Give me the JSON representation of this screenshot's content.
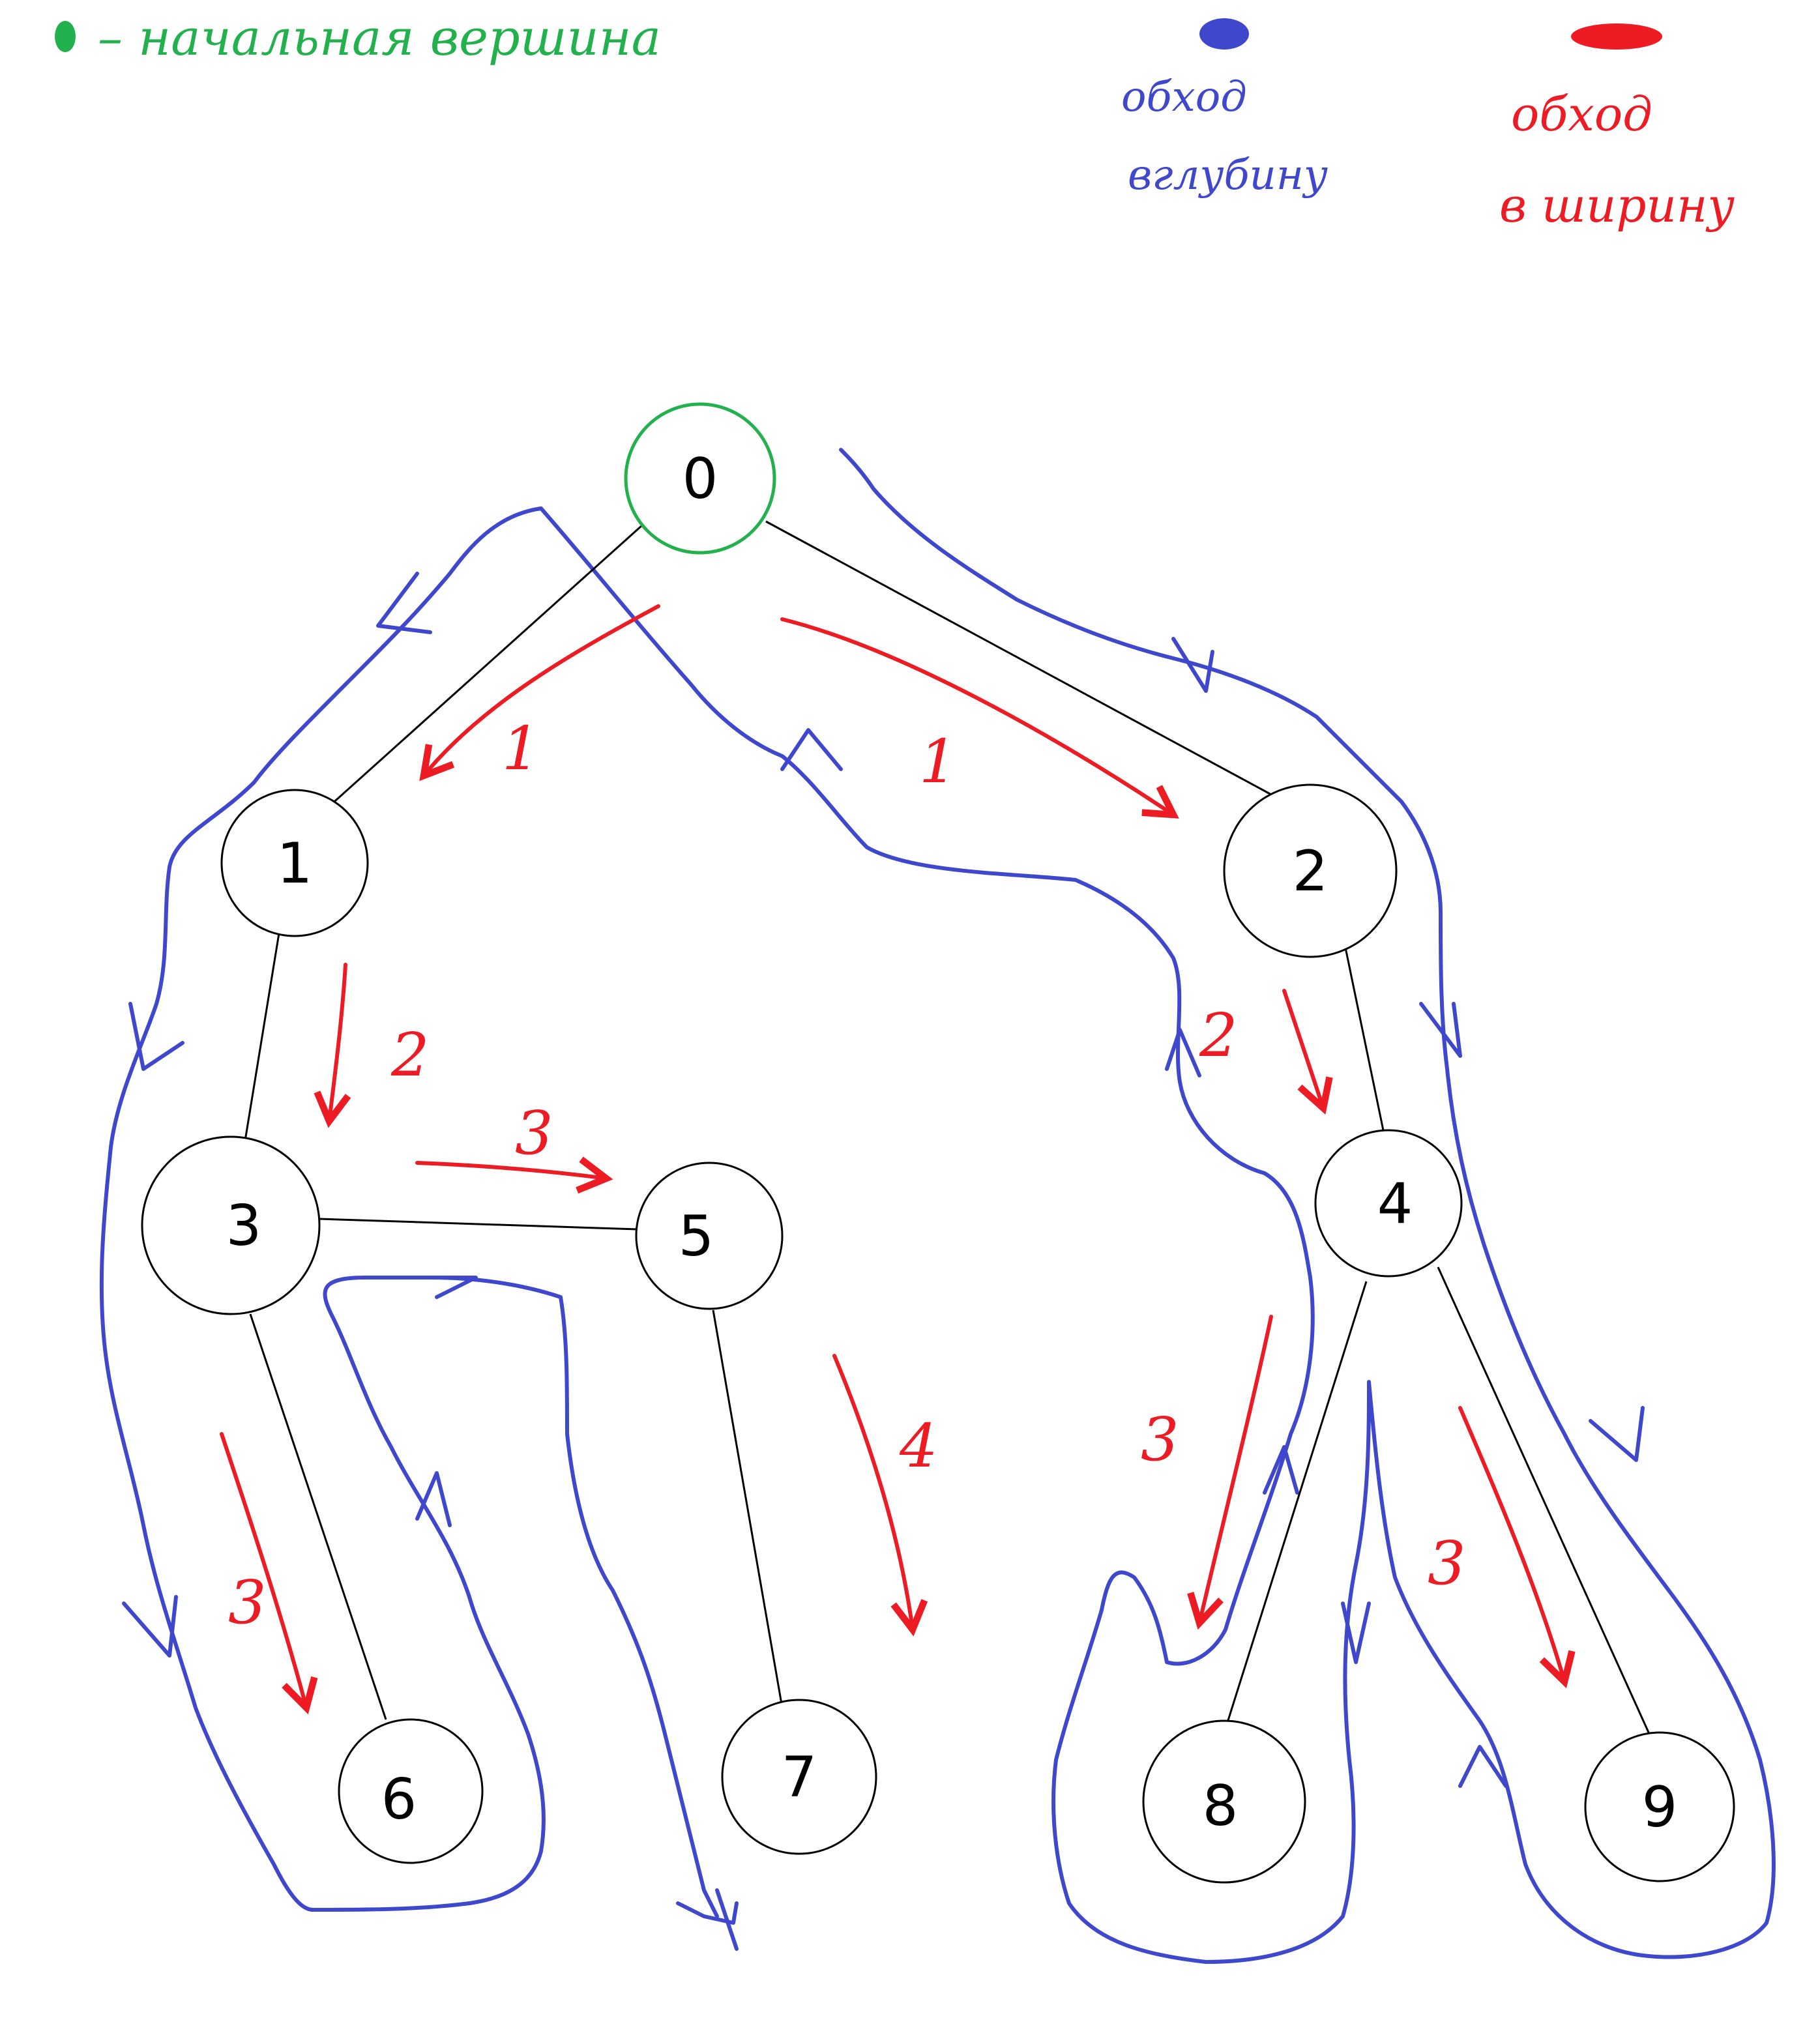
{
  "legend": {
    "start_vertex": "– начальная вершина",
    "dfs_line1": "обход",
    "dfs_line2": "вглубину",
    "bfs_line1": "обход",
    "bfs_line2": "в ширину"
  },
  "colors": {
    "start": "#22b14c",
    "dfs": "#3f48cc",
    "bfs": "#ed1c24",
    "node": "#000000"
  },
  "nodes": [
    {
      "id": "n0",
      "label": "0",
      "start": true
    },
    {
      "id": "n1",
      "label": "1"
    },
    {
      "id": "n2",
      "label": "2"
    },
    {
      "id": "n3",
      "label": "3"
    },
    {
      "id": "n4",
      "label": "4"
    },
    {
      "id": "n5",
      "label": "5"
    },
    {
      "id": "n6",
      "label": "6"
    },
    {
      "id": "n7",
      "label": "7"
    },
    {
      "id": "n8",
      "label": "8"
    },
    {
      "id": "n9",
      "label": "9"
    }
  ],
  "edges": [
    [
      "0",
      "1"
    ],
    [
      "0",
      "2"
    ],
    [
      "1",
      "3"
    ],
    [
      "3",
      "5"
    ],
    [
      "3",
      "6"
    ],
    [
      "5",
      "7"
    ],
    [
      "2",
      "4"
    ],
    [
      "4",
      "8"
    ],
    [
      "4",
      "9"
    ]
  ],
  "bfs_steps": {
    "s01": "1",
    "s02": "1",
    "s13": "2",
    "s35": "3",
    "s36": "3",
    "s24": "2",
    "s48": "3",
    "s49": "3",
    "s57": "4"
  }
}
